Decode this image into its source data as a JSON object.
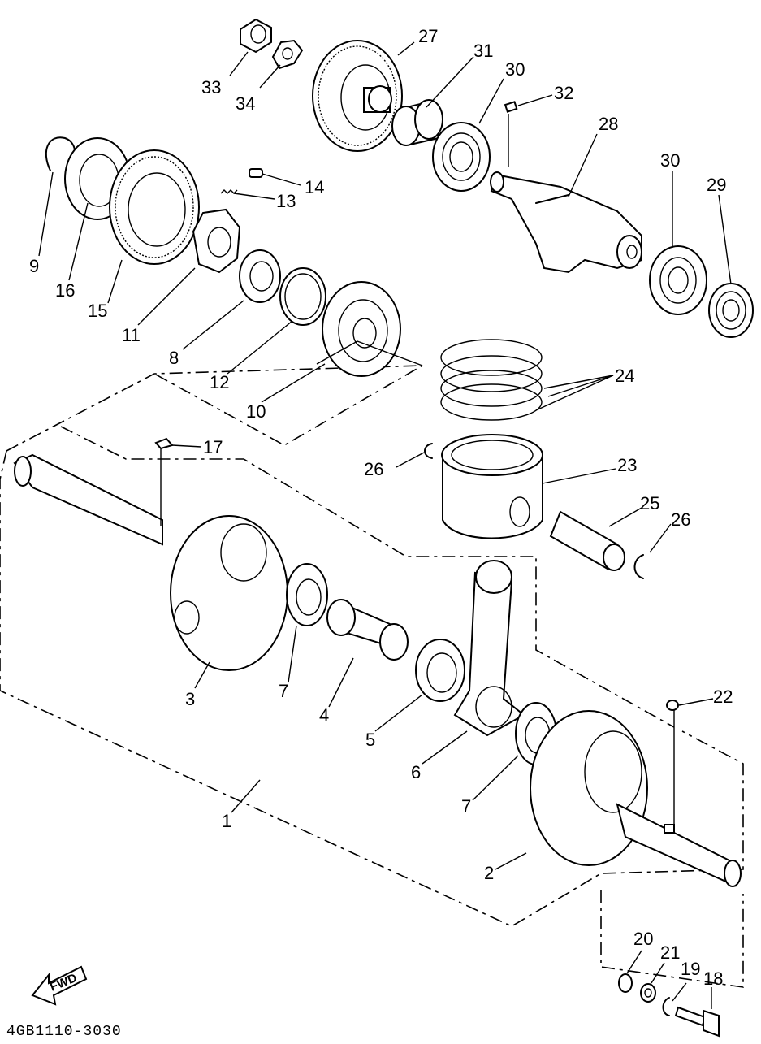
{
  "diagram": {
    "catalog_code": "4GB1110-3030",
    "direction_label": "FWD",
    "callouts": {
      "p1": "1",
      "p2": "2",
      "p3": "3",
      "p4": "4",
      "p5": "5",
      "p6": "6",
      "p7a": "7",
      "p7b": "7",
      "p8": "8",
      "p9": "9",
      "p10": "10",
      "p11": "11",
      "p12": "12",
      "p13": "13",
      "p14": "14",
      "p15": "15",
      "p16": "16",
      "p17": "17",
      "p18": "18",
      "p19": "19",
      "p20": "20",
      "p21": "21",
      "p22": "22",
      "p23": "23",
      "p24": "24",
      "p25": "25",
      "p26a": "26",
      "p26b": "26",
      "p27": "27",
      "p28": "28",
      "p29": "29",
      "p30a": "30",
      "p30b": "30",
      "p31": "31",
      "p32": "32",
      "p33": "33",
      "p34": "34"
    }
  }
}
